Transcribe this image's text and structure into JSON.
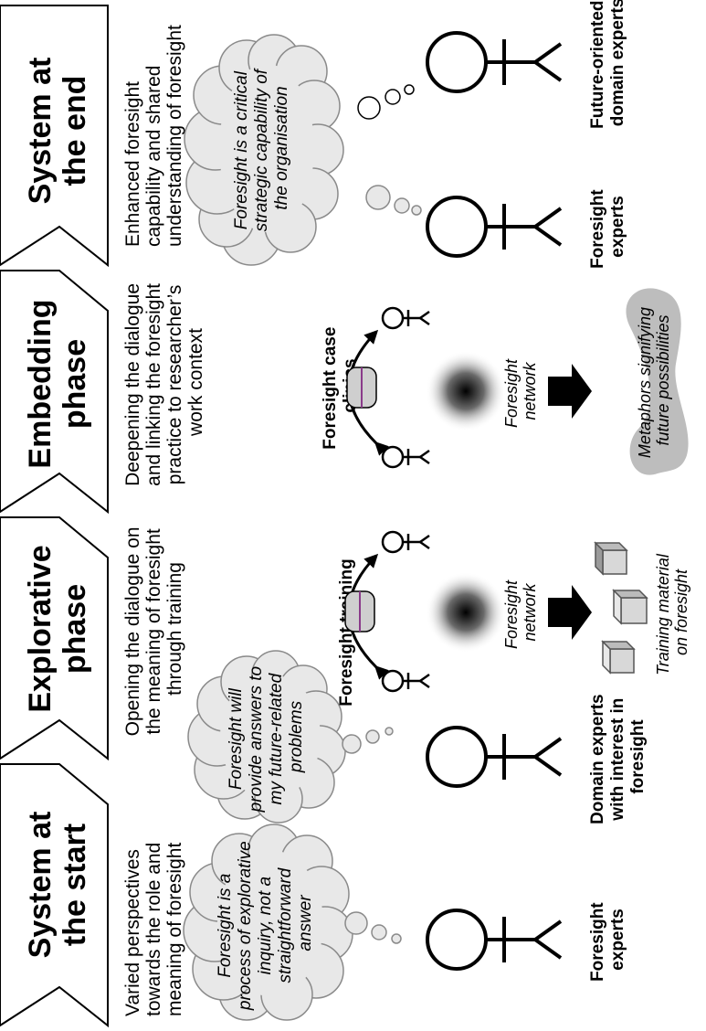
{
  "phases": [
    {
      "line1": "System at",
      "line2": "the start"
    },
    {
      "line1": "Explorative",
      "line2": "phase"
    },
    {
      "line1": "Embedding",
      "line2": "phase"
    },
    {
      "line1": "System at",
      "line2": "the end"
    }
  ],
  "descriptions": [
    [
      "Varied perspectives",
      "towards the role and",
      "meaning of foresight"
    ],
    [
      "Opening the dialogue on",
      "the meaning of foresight",
      "through training"
    ],
    [
      "Deepening the dialogue",
      "and linking the foresight",
      "practice to researcher’s",
      "work context"
    ],
    [
      "Enhanced foresight",
      "capability and shared",
      "understanding of foresight"
    ]
  ],
  "thoughts": {
    "start_a": [
      "Foresight is a",
      "process of explorative",
      "inquiry, not a",
      "straightforward",
      "answer"
    ],
    "start_b": [
      "Foresight will",
      "provide answers to",
      "my future-related",
      "problems"
    ],
    "end": [
      "Foresight is a critical",
      "strategic capability of",
      "the organisation"
    ]
  },
  "people": {
    "start_foresight_experts": [
      "Foresight",
      "experts"
    ],
    "start_domain_experts": [
      "Domain experts",
      "with interest in",
      "foresight"
    ],
    "end_foresight_experts": [
      "Foresight",
      "experts"
    ],
    "end_domain_experts": [
      "Future-oriented",
      "domain experts"
    ]
  },
  "activities": {
    "training": "Foresight training",
    "clinics": [
      "Foresight case",
      "clinics"
    ]
  },
  "network_label": [
    "Foresight",
    "network"
  ],
  "outputs": {
    "training_material": [
      "Training material",
      "on foresight"
    ],
    "metaphors": [
      "Metaphors signifying",
      "future possibilities"
    ]
  }
}
